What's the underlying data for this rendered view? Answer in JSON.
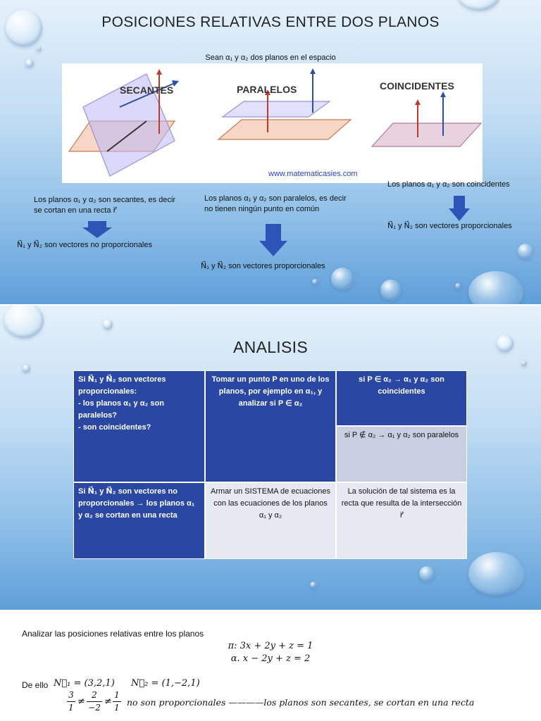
{
  "slide1": {
    "title": "POSICIONES RELATIVAS ENTRE DOS PLANOS",
    "subtitle": "Sean α₁ y α₂ dos planos en el espacio",
    "figure": {
      "labels": [
        "SECANTES",
        "PARALELOS",
        "COINCIDENTES"
      ],
      "credit": "www.matematicasies.com"
    },
    "secantes": {
      "text": "Los planos α₁ y α₂ son secantes, es decir se cortan en una recta r⃗",
      "conclusion": "N⃗₁ y N⃗₂ son vectores no proporcionales"
    },
    "paralelos": {
      "text": "Los planos α₁ y α₂ son paralelos, es decir no tienen ningún punto en común",
      "conclusion": "N⃗₁ y N⃗₂ son vectores proporcionales"
    },
    "coincidentes": {
      "text": "Los planos α₁ y α₂ son coincidentes",
      "conclusion": "N⃗₁ y N⃗₂ son vectores proporcionales"
    }
  },
  "slide2": {
    "title": "ANALISIS",
    "table": {
      "r1c1": "Si N⃗₁ y N⃗₂ son vectores proporcionales:\n- los planos α₁ y α₂ son paralelos?\n- son coincidentes?",
      "r1c2": "Tomar un punto P en uno de los planos, por ejemplo en α₁, y analizar si P ∈ α₂",
      "r1c3a": "si P ∈ α₂ → α₁ y α₂ son coincidentes",
      "r1c3b": "si P ∉ α₂ → α₁ y α₂ son paralelos",
      "r2c1": "Si N⃗₁ y N⃗₂ son vectores no proporcionales → los planos α₁ y α₂ se cortan en una recta",
      "r2c2": "Armar un SISTEMA de ecuaciones con las ecuaciones de los planos α₁ y α₂",
      "r2c3": "La solución de tal sistema es la recta que resulta de la intersección r⃗"
    }
  },
  "doc": {
    "intro": "Analizar las posiciones relativas entre los planos",
    "eq1": "π: 3x + 2y + z = 1",
    "eq2": "α. x − 2y + z = 2",
    "normals_prefix": "De ello",
    "n1": "N⃗₁ = (3,2,1)",
    "n2": "N⃗₂ = (1,−2,1)",
    "frac1_num": "3",
    "frac1_den": "1",
    "frac2_num": "2",
    "frac2_den": "−2",
    "frac3_num": "1",
    "frac3_den": "1",
    "conclusion": "no son proporcionales ————los planos son secantes, se cortan en una recta"
  },
  "colors": {
    "table_dark": "#2a48a3",
    "table_medium": "#c9cfe0",
    "table_light": "#e6e9f1",
    "arrow_blue": "#2d55b8"
  }
}
